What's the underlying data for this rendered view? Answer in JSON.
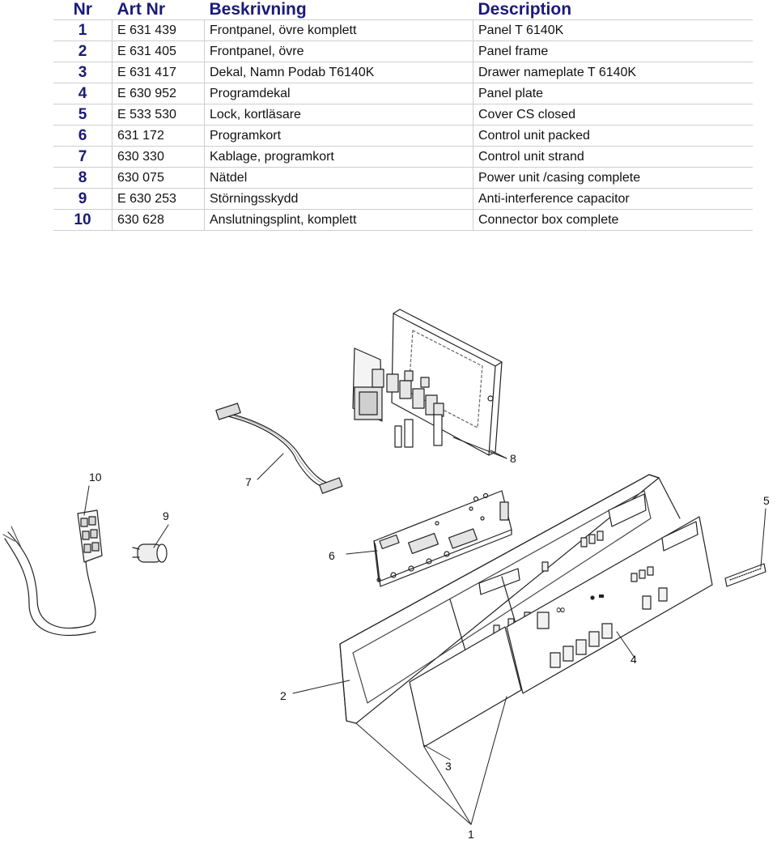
{
  "table": {
    "headers": {
      "nr": "Nr",
      "art": "Art Nr",
      "beskrivning": "Beskrivning",
      "description": "Description"
    },
    "rows": [
      {
        "nr": "1",
        "art": "E 631 439",
        "beskrivning": "Frontpanel, övre komplett",
        "description": "Panel T 6140K"
      },
      {
        "nr": "2",
        "art": "E 631 405",
        "beskrivning": "Frontpanel, övre",
        "description": "Panel frame"
      },
      {
        "nr": "3",
        "art": "E 631 417",
        "beskrivning": "Dekal, Namn Podab T6140K",
        "description": "Drawer nameplate T 6140K"
      },
      {
        "nr": "4",
        "art": "E 630 952",
        "beskrivning": "Programdekal",
        "description": "Panel plate"
      },
      {
        "nr": "5",
        "art": "E 533 530",
        "beskrivning": "Lock, kortläsare",
        "description": "Cover CS closed"
      },
      {
        "nr": "6",
        "art": "631 172",
        "beskrivning": "Programkort",
        "description": "Control unit packed"
      },
      {
        "nr": "7",
        "art": "630 330",
        "beskrivning": "Kablage, programkort",
        "description": "Control unit strand"
      },
      {
        "nr": "8",
        "art": "630 075",
        "beskrivning": "Nätdel",
        "description": "Power unit /casing complete"
      },
      {
        "nr": "9",
        "art": "E 630 253",
        "beskrivning": "Störningsskydd",
        "description": "Anti-interference capacitor"
      },
      {
        "nr": "10",
        "art": "630 628",
        "beskrivning": "Anslutningsplint, komplett",
        "description": "Connector box complete"
      }
    ]
  },
  "diagram": {
    "callouts": {
      "c1": "1",
      "c2": "2",
      "c3": "3",
      "c4": "4",
      "c5": "5",
      "c6": "6",
      "c7": "7",
      "c8": "8",
      "c9": "9",
      "c10": "10"
    }
  }
}
